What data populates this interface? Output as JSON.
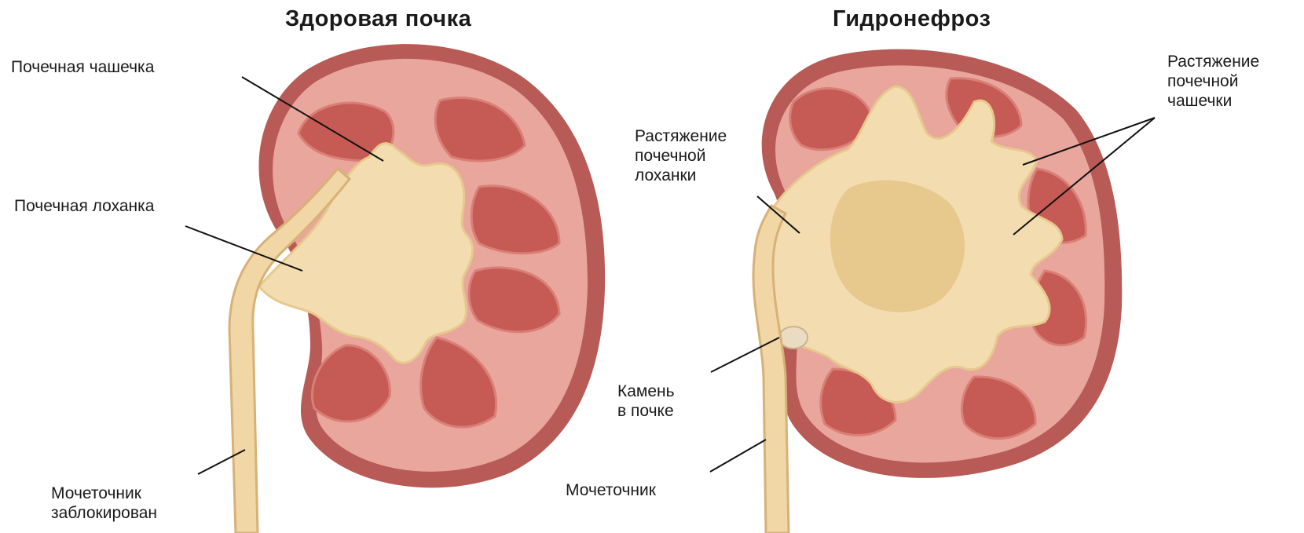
{
  "healthy": {
    "title": "Здоровая почка",
    "labels": {
      "calyx": "Почечная чашечка",
      "pelvis": "Почечная лоханка",
      "ureter": "Мочеточник\nзаблокирован"
    }
  },
  "hydronephrosis": {
    "title": "Гидронефроз",
    "labels": {
      "calyx_stretch": "Растяжение\nпочечной\nчашечки",
      "pelvis_stretch": "Растяжение\nпочечной\nлоханки",
      "stone": "Камень\nв почке",
      "ureter": "Мочеточник"
    }
  },
  "colors": {
    "capsule": "#b85a56",
    "cortex": "#e9a69d",
    "pyramid": "#c65a55",
    "pyramid_inner": "#d97f76",
    "urine": "#f3ddb0",
    "urine_dark": "#e7c98e",
    "ureter": "#f1d6a6",
    "ureter_edge": "#d7b177",
    "stone": "#eadcc3",
    "leader": "#111111"
  }
}
